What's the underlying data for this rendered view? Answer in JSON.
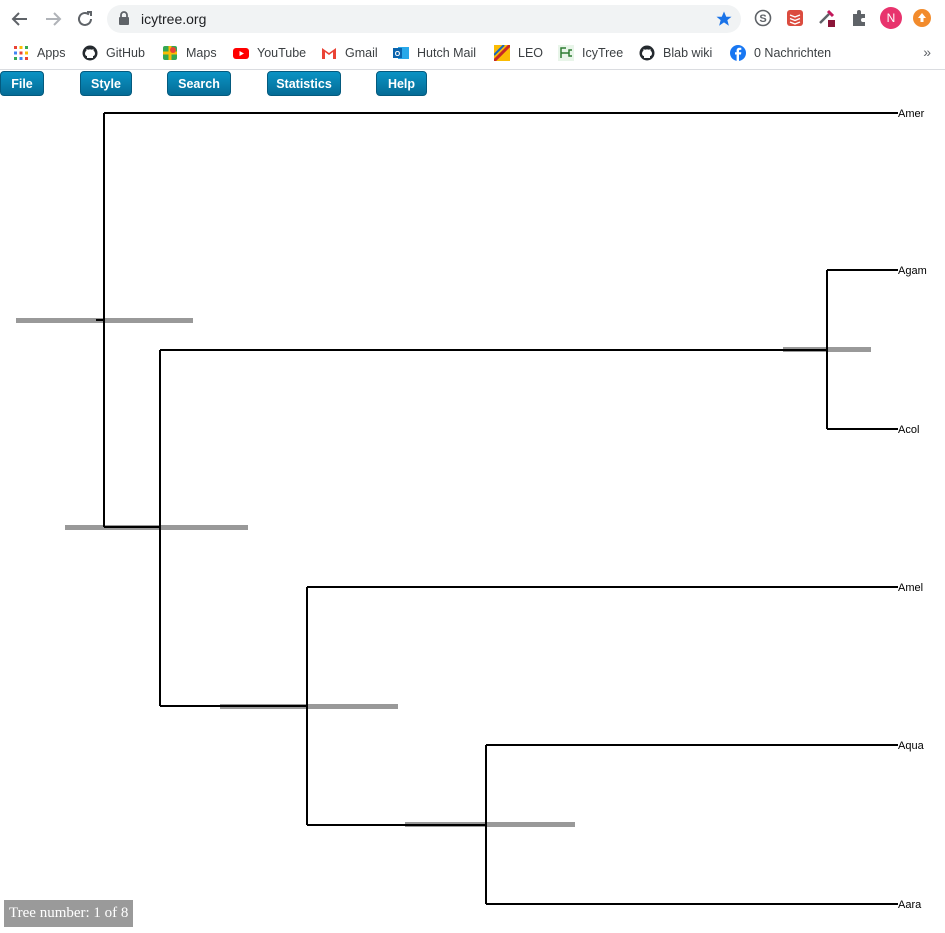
{
  "browser": {
    "url": "icytree.org",
    "profile_initial": "N",
    "colors": {
      "profile": "#e8336d",
      "star": "#1a73e8",
      "orange_ext": "#f28b2c"
    }
  },
  "bookmarks": {
    "items": [
      {
        "label": "Apps",
        "icon": "apps-grid-icon"
      },
      {
        "label": "GitHub",
        "icon": "github-icon"
      },
      {
        "label": "Maps",
        "icon": "maps-icon"
      },
      {
        "label": "YouTube",
        "icon": "youtube-icon"
      },
      {
        "label": "Gmail",
        "icon": "gmail-icon"
      },
      {
        "label": "Hutch Mail",
        "icon": "outlook-icon"
      },
      {
        "label": "LEO",
        "icon": "leo-icon"
      },
      {
        "label": "IcyTree",
        "icon": "icytree-icon"
      },
      {
        "label": "Blab wiki",
        "icon": "github-icon"
      },
      {
        "label": "0 Nachrichten",
        "icon": "facebook-icon"
      }
    ],
    "more": "»"
  },
  "menu": {
    "items": [
      {
        "label": "File"
      },
      {
        "label": "Style"
      },
      {
        "label": "Search"
      },
      {
        "label": "Statistics"
      },
      {
        "label": "Help"
      }
    ],
    "colors": {
      "button": "#0a84b4"
    }
  },
  "tree": {
    "leaves": [
      "Amer",
      "Agam",
      "Acol",
      "Amel",
      "Aqua",
      "Aara"
    ],
    "colors": {
      "branch": "#000000",
      "error_bar": "#999999"
    }
  },
  "status": {
    "text": "Tree number: 1 of 8"
  }
}
